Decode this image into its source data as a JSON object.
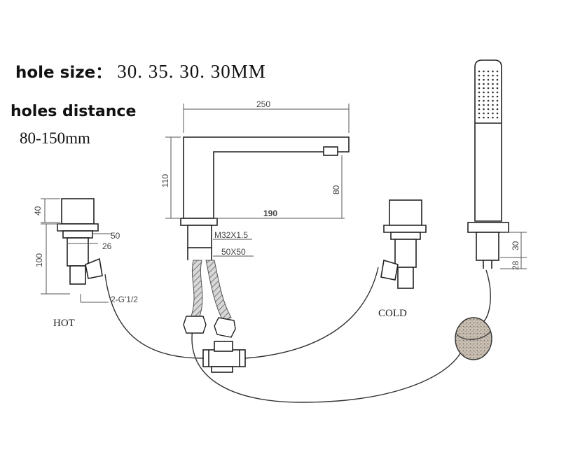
{
  "header": {
    "hole_size_label": "hole size：",
    "hole_size_value": "30. 35. 30. 30MM",
    "holes_distance_label": "holes distance",
    "holes_distance_value": "80-150mm"
  },
  "dimensions": {
    "spout_length": "250",
    "spout_height": "110",
    "spout_drop": "80",
    "spout_reach": "190",
    "thread": "M32X1.5",
    "base": "50X50",
    "handle_height": "40",
    "handle_width": "50",
    "body_width": "26",
    "valve_height": "100",
    "inlet": "2-G'1/2",
    "holder_height": "30",
    "holder_base": "28"
  },
  "labels": {
    "hot": "HOT",
    "cold": "COLD"
  },
  "colors": {
    "line": "#222222",
    "dim_line": "#555555",
    "hose_braid": "#8a8a8a",
    "shower_head": "#b5a99a"
  }
}
